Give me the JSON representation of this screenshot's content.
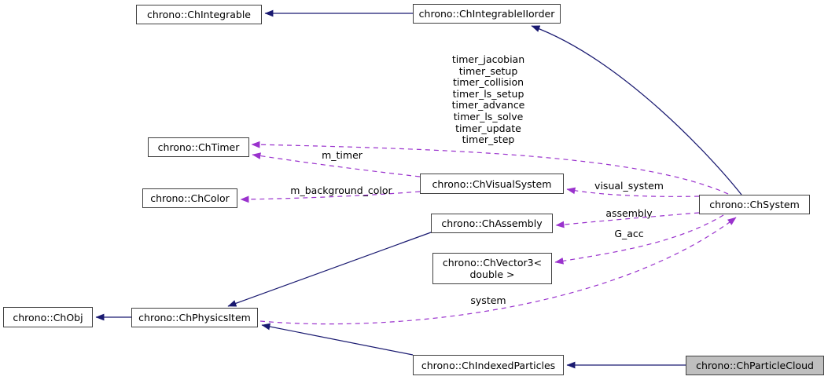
{
  "colors": {
    "inheritance": "#191970",
    "usage": "#9a32cd",
    "node_border": "#404040",
    "node_bg": "#ffffff",
    "highlight_bg": "#bfbfbf",
    "text": "#000000",
    "background": "#ffffff"
  },
  "nodes": {
    "integrable": {
      "label": "chrono::ChIntegrable"
    },
    "integrable_iiorder": {
      "label": "chrono::ChIntegrableIIorder"
    },
    "timer": {
      "label": "chrono::ChTimer"
    },
    "color": {
      "label": "chrono::ChColor"
    },
    "visual_system": {
      "label": "chrono::ChVisualSystem"
    },
    "assembly": {
      "label": "chrono::ChAssembly"
    },
    "vector3": {
      "label": "chrono::ChVector3<\ndouble >"
    },
    "system": {
      "label": "chrono::ChSystem"
    },
    "obj": {
      "label": "chrono::ChObj"
    },
    "physics_item": {
      "label": "chrono::ChPhysicsItem"
    },
    "indexed_particles": {
      "label": "chrono::ChIndexedParticles"
    },
    "particle_cloud": {
      "label": "chrono::ChParticleCloud",
      "highlighted": true
    }
  },
  "edge_labels": {
    "timer_stack": [
      "timer_jacobian",
      "timer_setup",
      "timer_collision",
      "timer_ls_setup",
      "timer_advance",
      "timer_ls_solve",
      "timer_update",
      "timer_step"
    ],
    "m_timer": "m_timer",
    "m_background_color": "m_background_color",
    "visual_system": "visual_system",
    "assembly": "assembly",
    "g_acc": "G_acc",
    "system": "system"
  },
  "edges": [
    {
      "kind": "inheritance",
      "from": "chrono::ChIntegrableIIorder",
      "to": "chrono::ChIntegrable"
    },
    {
      "kind": "inheritance",
      "from": "chrono::ChSystem",
      "to": "chrono::ChIntegrableIIorder"
    },
    {
      "kind": "inheritance",
      "from": "chrono::ChPhysicsItem",
      "to": "chrono::ChObj"
    },
    {
      "kind": "inheritance",
      "from": "chrono::ChAssembly",
      "to": "chrono::ChPhysicsItem"
    },
    {
      "kind": "inheritance",
      "from": "chrono::ChIndexedParticles",
      "to": "chrono::ChPhysicsItem"
    },
    {
      "kind": "inheritance",
      "from": "chrono::ChParticleCloud",
      "to": "chrono::ChIndexedParticles"
    },
    {
      "kind": "usage",
      "from": "chrono::ChSystem",
      "to": "chrono::ChTimer",
      "label": "timer_jacobian timer_setup timer_collision timer_ls_setup timer_advance timer_ls_solve timer_update timer_step"
    },
    {
      "kind": "usage",
      "from": "chrono::ChVisualSystem",
      "to": "chrono::ChTimer",
      "label": "m_timer"
    },
    {
      "kind": "usage",
      "from": "chrono::ChVisualSystem",
      "to": "chrono::ChColor",
      "label": "m_background_color"
    },
    {
      "kind": "usage",
      "from": "chrono::ChSystem",
      "to": "chrono::ChVisualSystem",
      "label": "visual_system"
    },
    {
      "kind": "usage",
      "from": "chrono::ChSystem",
      "to": "chrono::ChAssembly",
      "label": "assembly"
    },
    {
      "kind": "usage",
      "from": "chrono::ChSystem",
      "to": "chrono::ChVector3< double >",
      "label": "G_acc"
    },
    {
      "kind": "usage",
      "from": "chrono::ChPhysicsItem",
      "to": "chrono::ChSystem",
      "label": "system"
    }
  ]
}
